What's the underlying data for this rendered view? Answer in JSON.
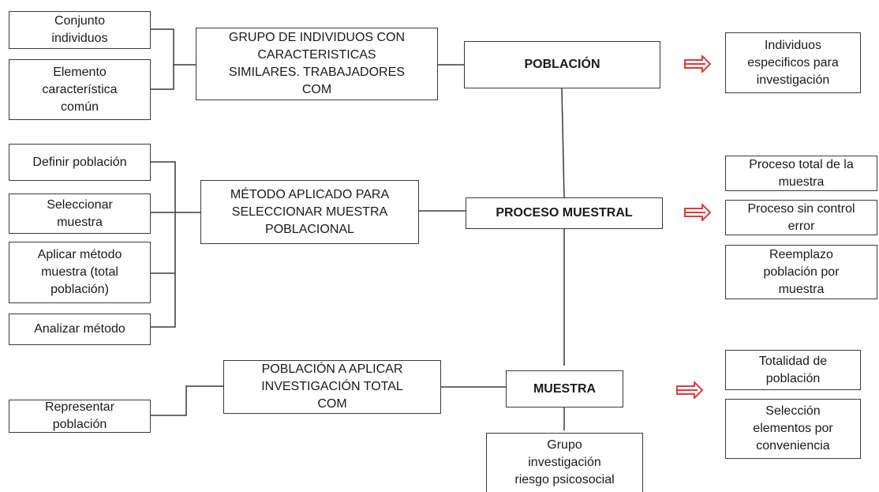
{
  "top_section": {
    "left_items": [
      "Conjunto\nindividuos",
      "Elemento\ncaracterística\ncomún"
    ],
    "description": "GRUPO DE INDIVIDUOS CON\nCARACTERISTICAS\nSIMILARES. TRABAJADORES\nCOM",
    "main": "POBLACIÓN",
    "right_items": [
      "Individuos\nespecificos para\ninvestigación"
    ]
  },
  "middle_section": {
    "left_items": [
      "Definir población",
      "Seleccionar\nmuestra",
      "Aplicar método\nmuestra (total\npoblación)",
      "Analizar método"
    ],
    "description": "MÉTODO  APLICADO PARA\nSELECCIONAR MUESTRA\nPOBLACIONAL",
    "main": "PROCESO MUESTRAL",
    "right_items": [
      "Proceso total de la\nmuestra",
      "Proceso sin control\nerror",
      "Reemplazo\npoblación por\nmuestra"
    ]
  },
  "bottom_section": {
    "left_items": [
      "Representar\npoblación"
    ],
    "description": "POBLACIÓN  A APLICAR\nINVESTIGACIÓN TOTAL\nCOM",
    "main": "MUESTRA",
    "right_items": [
      "Totalidad de\npoblación",
      "Selección\nelementos por\nconveniencia"
    ],
    "below_item": "Grupo\ninvestigación\nriesgo psicosocial"
  },
  "colors": {
    "line": "#3a3a3a",
    "arrow": "#e0393b"
  }
}
